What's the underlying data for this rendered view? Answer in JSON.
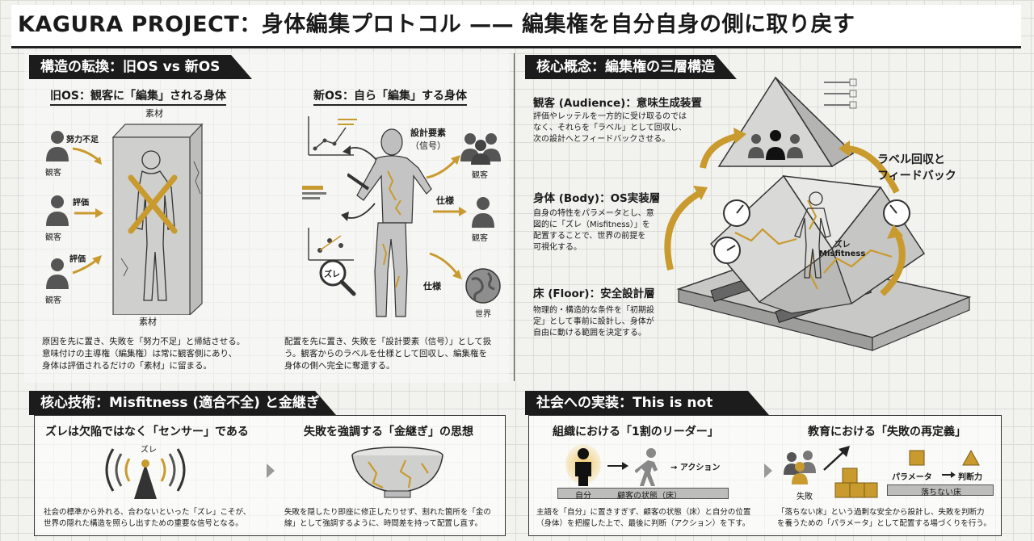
{
  "title": "KAGURA PROJECT：身体編集プロトコル —— 編集権を自分自身の側に取り戻す",
  "s1": {
    "header": "構造の転換：旧OS vs 新OS",
    "old": {
      "sub": "旧OS：観客に「編集」される身体",
      "material_top": "素材",
      "material_bottom": "素材",
      "labels": [
        "努力不足",
        "評価",
        "評価"
      ],
      "audience": [
        "観客",
        "観客",
        "観客"
      ],
      "desc1": "原因を先に置き、失敗を「努力不足」と帰結させる。",
      "desc2": "意味付けの主導権（編集権）は常に観客側にあり、",
      "desc3": "身体は評価されるだけの「素材」に留まる。"
    },
    "new": {
      "sub": "新OS：自ら「編集」する身体",
      "design_label": "設計要素",
      "design_label2": "（信号）",
      "zure": "ズレ",
      "labels": [
        "仕様",
        "仕様"
      ],
      "audience": [
        "観客",
        "観客"
      ],
      "world": "世界",
      "desc1": "配置を先に置き、失敗を「設計要素（信号）」として扱",
      "desc2": "う。観客からのラベルを仕様として回収し、編集権を",
      "desc3": "身体の側へ完全に奪還する。"
    }
  },
  "s2": {
    "header": "核心概念：編集権の三層構造",
    "audience_title": "観客 (Audience)：意味生成装置",
    "audience_desc1": "評価やレッテルを一方的に受け取るのでは",
    "audience_desc2": "なく、それらを「ラベル」として回収し、",
    "audience_desc3": "次の設計へとフィードバックさせる。",
    "body_title": "身体 (Body)：OS実装層",
    "body_desc1": "自身の特性をパラメータとし、意",
    "body_desc2": "図的に「ズレ（Misfitness）」を",
    "body_desc3": "配置することで、世界の前提を",
    "body_desc4": "可視化する。",
    "floor_title": "床 (Floor)：安全設計層",
    "floor_desc1": "物理的・構造的な条件を「初期設",
    "floor_desc2": "定」として事前に設計し、身体が",
    "floor_desc3": "自由に動ける範囲を決定する。",
    "feedback1": "ラベル回収と",
    "feedback2": "フィードバック",
    "zure": "ズレ",
    "misfit": "Misfitness"
  },
  "s3": {
    "header": "核心技術：Misfitness (適合不全) と金継ぎ",
    "left_sub": "ズレは欠陥ではなく「センサー」である",
    "zure": "ズレ",
    "left_desc1": "社会の標準から外れる、合わないといった「ズレ」こそが、",
    "left_desc2": "世界の隠れた構造を照らし出すための重要な信号となる。",
    "right_sub": "失敗を強調する「金継ぎ」の思想",
    "right_desc1": "失敗を隠したり即座に修正したりせず、割れた箇所を「金の",
    "right_desc2": "線」として強調するように、時間差を持って配置し直す。"
  },
  "s4": {
    "header": "社会への実装：This is not theory.",
    "left_sub": "組織における「1割のリーダー」",
    "action": "→ アクション",
    "self": "自分",
    "floor_state": "顧客の状態（床）",
    "left_desc1": "主語を「自分」に置きすぎず、顧客の状態（床）と自分の位置",
    "left_desc2": "（身体）を把握した上で、最後に判断（アクション）を下す。",
    "right_sub": "教育における「失敗の再定義」",
    "failure": "失敗",
    "param": "パラメータ",
    "judge": "判断力",
    "safe_floor": "落ちない床",
    "right_desc1": "「落ちない床」という過剰な安全から設計し、失敗を判断力",
    "right_desc2": "を養うための「パラメータ」として配置する場づくりを行う。"
  }
}
